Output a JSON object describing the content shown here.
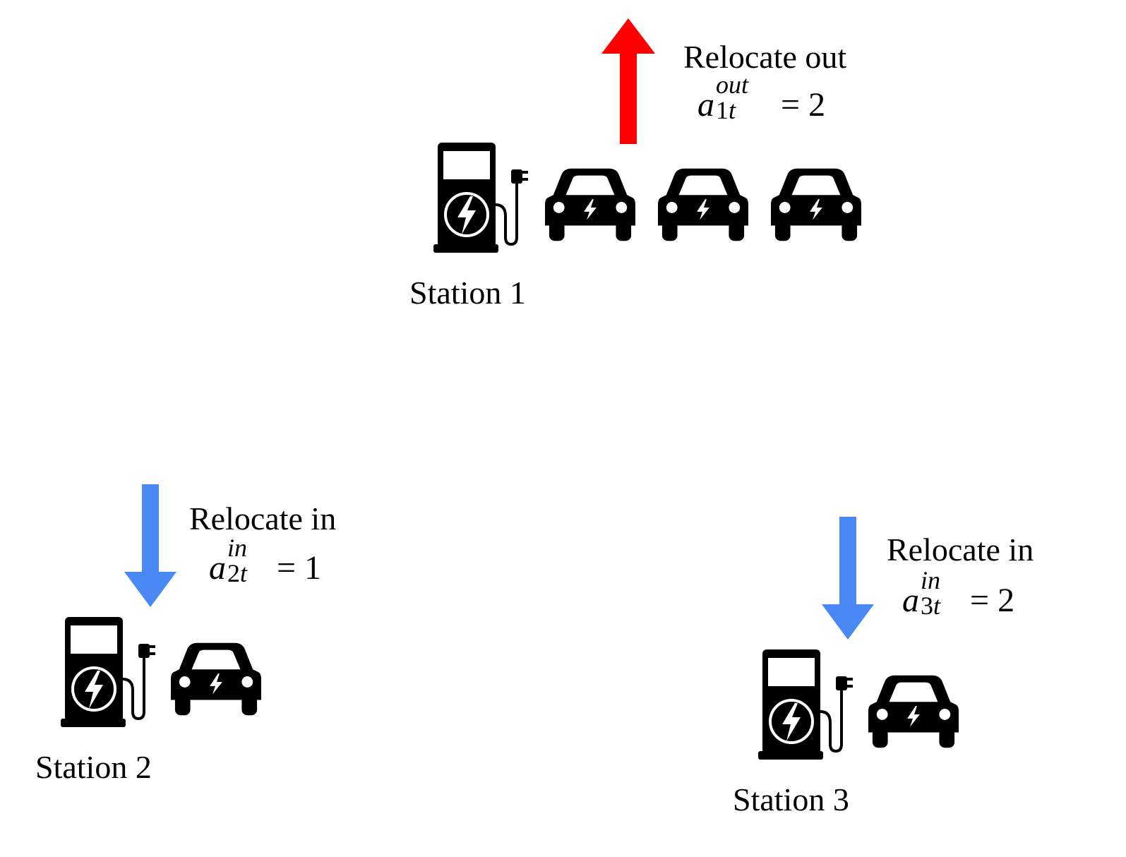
{
  "colors": {
    "out_arrow": "#ff0000",
    "in_arrow": "#4a89f3",
    "icon": "#000000",
    "background": "#ffffff"
  },
  "stations": [
    {
      "name": "Station 1",
      "cars": 3,
      "action": {
        "caption": "Relocate out",
        "var": "a",
        "sup": "out",
        "sub_num": "1",
        "sub_var": "t",
        "eq": "=",
        "value": "2",
        "direction": "up",
        "arrow_color": "#ff0000"
      }
    },
    {
      "name": "Station 2",
      "cars": 1,
      "action": {
        "caption": "Relocate in",
        "var": "a",
        "sup": "in",
        "sub_num": "2",
        "sub_var": "t",
        "eq": "=",
        "value": "1",
        "direction": "down",
        "arrow_color": "#4a89f3"
      }
    },
    {
      "name": "Station 3",
      "cars": 1,
      "action": {
        "caption": "Relocate in",
        "var": "a",
        "sup": "in",
        "sub_num": "3",
        "sub_var": "t",
        "eq": "=",
        "value": "2",
        "direction": "down",
        "arrow_color": "#4a89f3"
      }
    }
  ],
  "icons": {
    "charger": "ev-charger-icon",
    "car": "electric-car-icon",
    "arrow_up": "arrow-up-icon",
    "arrow_down": "arrow-down-icon"
  }
}
